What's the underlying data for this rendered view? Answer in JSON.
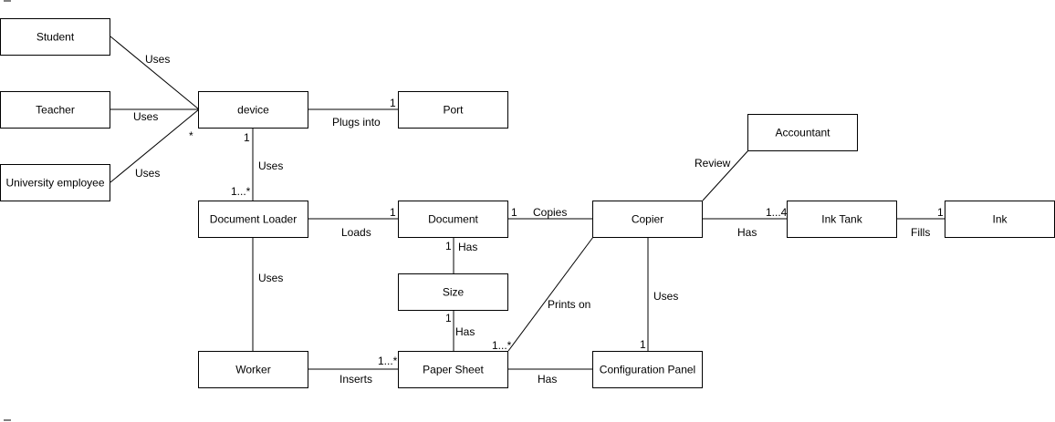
{
  "nodes": {
    "student": "Student",
    "teacher": "Teacher",
    "university_employee": "University employee",
    "device": "device",
    "port": "Port",
    "accountant": "Accountant",
    "document_loader": "Document Loader",
    "document": "Document",
    "copier": "Copier",
    "ink_tank": "Ink Tank",
    "ink": "Ink",
    "size": "Size",
    "worker": "Worker",
    "paper_sheet": "Paper Sheet",
    "configuration_panel": "Configuration Panel"
  },
  "edges": {
    "student_device": "Uses",
    "teacher_device": "Uses",
    "employee_device": "Uses",
    "device_port": "Plugs into",
    "device_loader": "Uses",
    "loader_document": "Loads",
    "document_copier": "Copies",
    "accountant_copier": "Review",
    "copier_inktank": "Has",
    "inktank_ink": "Fills",
    "document_size": "Has",
    "size_paper": "Has",
    "loader_worker": "Uses",
    "copier_paper": "Prints on",
    "copier_panel": "Uses",
    "worker_paper": "Inserts",
    "paper_panel": "Has"
  },
  "multiplicities": {
    "device_star": "*",
    "port_one": "1",
    "device_one": "1",
    "loader_many": "1...*",
    "document_one": "1",
    "document_copier_one": "1",
    "inktank_range": "1...4",
    "ink_one": "1",
    "document_size_one": "1",
    "size_one": "1",
    "paper_many_worker": "1...*",
    "paper_many_copier": "1...*",
    "panel_one": "1"
  }
}
